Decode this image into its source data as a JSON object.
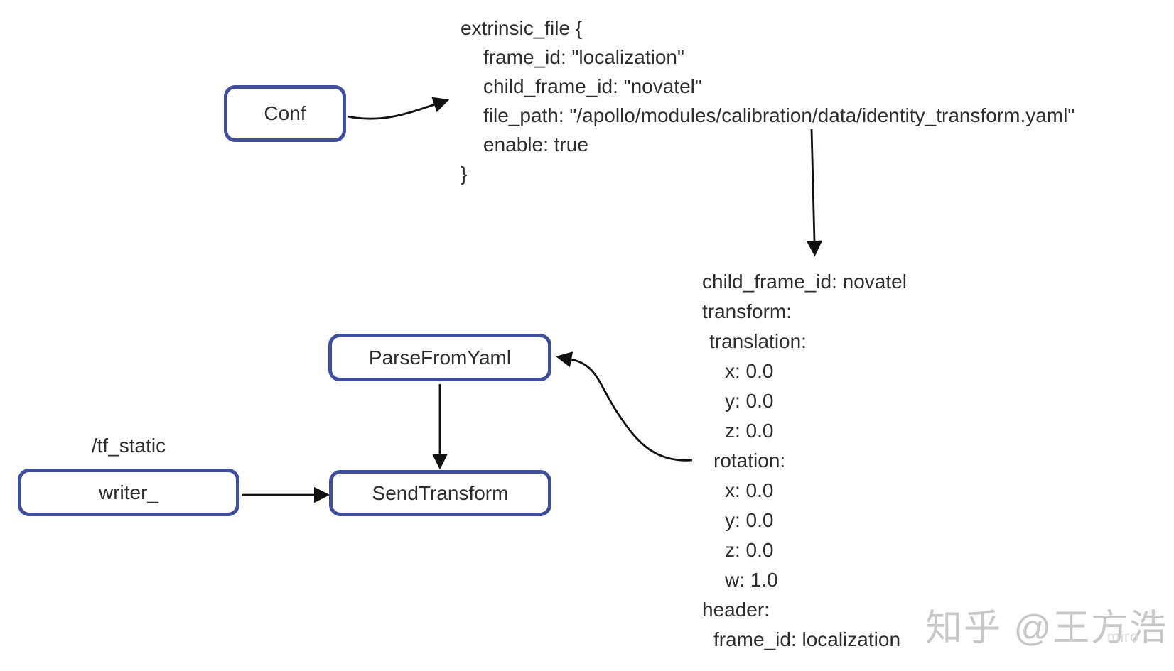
{
  "colors": {
    "background": "#ffffff",
    "node_border": "#414d9f",
    "text": "#2d2d2d",
    "arrow": "#111111",
    "watermark": "#c7c7c7",
    "watermark_small": "#d9d9d9"
  },
  "nodes": {
    "conf": {
      "label": "Conf"
    },
    "parse_from_yaml": {
      "label": "ParseFromYaml"
    },
    "send_transform": {
      "label": "SendTransform"
    },
    "writer": {
      "label": "writer_",
      "topic_label": "/tf_static"
    }
  },
  "config_block": {
    "lines": [
      {
        "text": "extrinsic_file {",
        "indent": 0
      },
      {
        "text": "frame_id: \"localization\"",
        "indent": 32
      },
      {
        "text": "child_frame_id: \"novatel\"",
        "indent": 32
      },
      {
        "text": "file_path: \"/apollo/modules/calibration/data/identity_transform.yaml\"",
        "indent": 32
      },
      {
        "text": "enable: true",
        "indent": 32
      },
      {
        "text": "}",
        "indent": 0
      }
    ]
  },
  "yaml_block": {
    "lines": [
      {
        "text": "child_frame_id: novatel",
        "indent": 0
      },
      {
        "text": "transform:",
        "indent": 0
      },
      {
        "text": "translation:",
        "indent": 10
      },
      {
        "text": "x: 0.0",
        "indent": 32
      },
      {
        "text": "y: 0.0",
        "indent": 32
      },
      {
        "text": "z: 0.0",
        "indent": 32
      },
      {
        "text": "rotation:",
        "indent": 16
      },
      {
        "text": "x: 0.0",
        "indent": 32
      },
      {
        "text": "y: 0.0",
        "indent": 32
      },
      {
        "text": "z: 0.0",
        "indent": 32
      },
      {
        "text": "w: 1.0",
        "indent": 32
      },
      {
        "text": "header:",
        "indent": 0
      },
      {
        "text": "frame_id: localization",
        "indent": 16
      }
    ]
  },
  "watermark": {
    "text": "知乎 @王方浩",
    "small_text": "miro"
  }
}
